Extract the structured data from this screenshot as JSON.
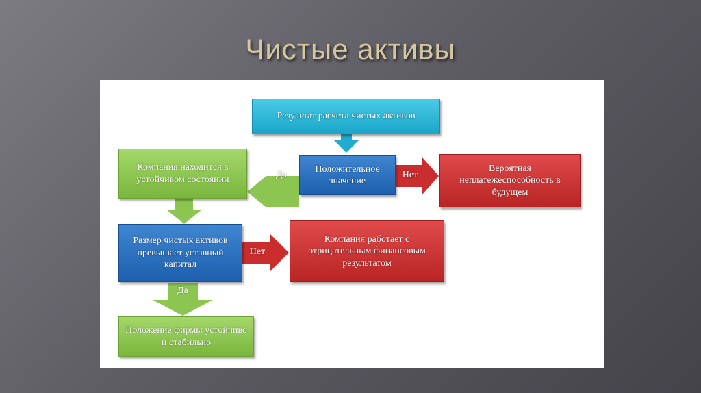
{
  "title": "Чистые активы",
  "nodes": {
    "result": "Результат расчета чистых активов",
    "positive": "Положительное значение",
    "stable_state": "Компания находится в устойчивом состоянии",
    "insolvency": "Вероятная неплатежеспособность в будущем",
    "net_assets_exceed": "Размер чистых активов превышает уставный капитал",
    "negative_result": "Компания работает с отрицательным финансовым результатом",
    "firm_stable": "Положение фирмы устойчиво и стабильно"
  },
  "edges": {
    "positive_to_stable": "Да",
    "positive_to_insolvency": "Нет",
    "exceed_to_negative": "Нет",
    "exceed_to_firm_stable": "Да"
  },
  "colors": {
    "cyan": "#1aa6c9",
    "green": "#7ab63d",
    "blue": "#1d5fae",
    "red": "#b92424"
  }
}
